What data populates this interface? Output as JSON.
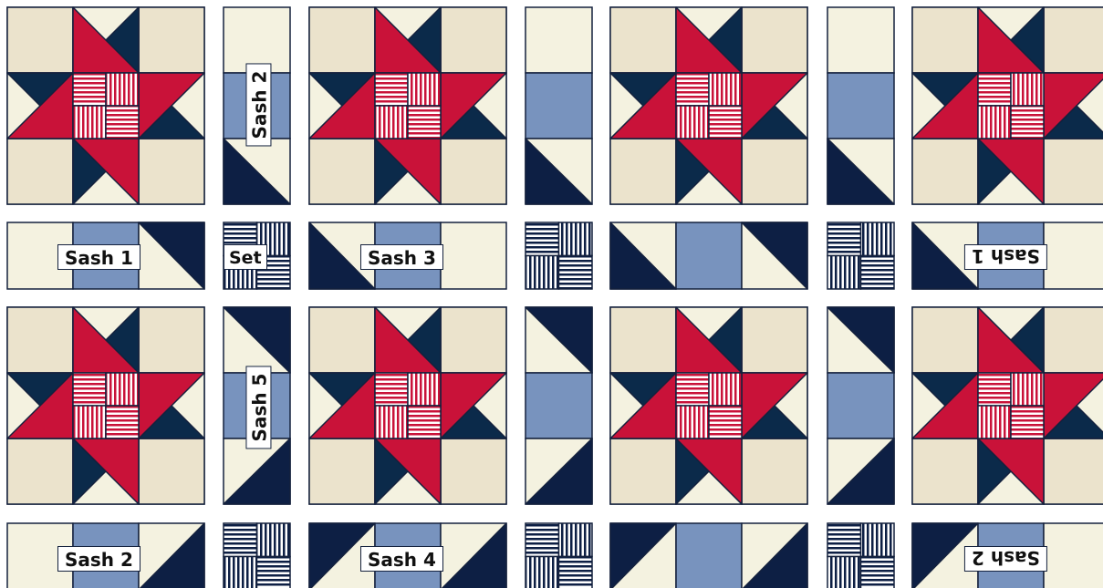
{
  "colors": {
    "cream": "#f4f2e0",
    "tan": "#ebe3cc",
    "navy": "#0b2a4a",
    "dark_navy": "#0d1f44",
    "red": "#c91239",
    "blue": "#7893be",
    "outline": "#14213d",
    "white": "#ffffff"
  },
  "labels": {
    "sash1": "Sash 1",
    "sash1_flipped": "Sash 1",
    "sash2": "Sash 2",
    "sash2_vertical": "Sash 2",
    "sash2_flipped": "Sash 2",
    "sash3": "Sash 3",
    "sash4": "Sash 4",
    "sash5": "Sash 5",
    "set": "Set"
  },
  "layout_notes": {
    "star_block": "8-point star block in tan, navy and red with four striped center squares",
    "sashing": "Sashing strips in cream with a blue center square and navy triangles",
    "setting_square": "Striped navy-and-white setting square (cornerstone)"
  }
}
